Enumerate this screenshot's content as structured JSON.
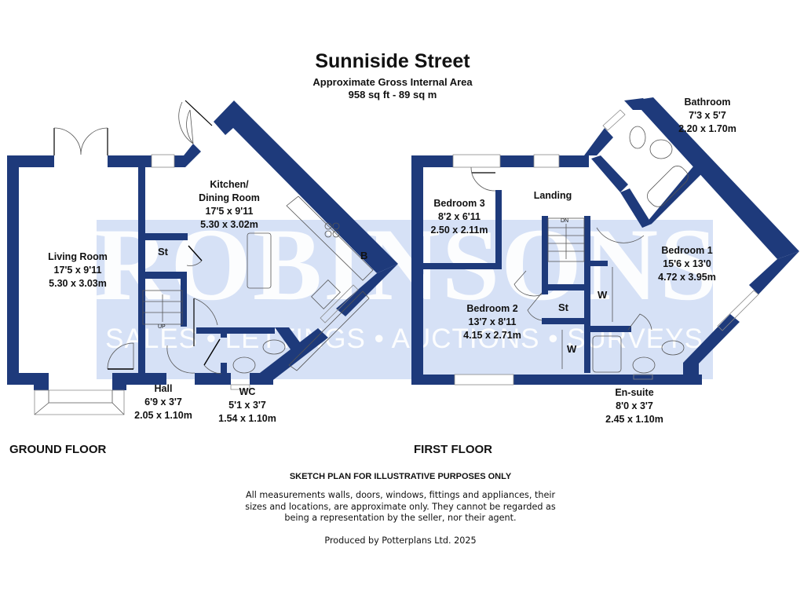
{
  "header": {
    "title": "Sunniside Street",
    "subtitle": "Approximate Gross Internal Area",
    "area": "958 sq ft - 89 sq m"
  },
  "watermark": {
    "brand": "ROBINSONS",
    "tagline": "SALES • LETTINGS • AUCTIONS • SURVEYS"
  },
  "floors": {
    "ground": {
      "label": "GROUND FLOOR",
      "rooms": [
        {
          "name": "Living Room",
          "imperial": "17'5 x 9'11",
          "metric": "5.30 x 3.03m"
        },
        {
          "name": "Kitchen/",
          "name2": "Dining Room",
          "imperial": "17'5 x 9'11",
          "metric": "5.30 x 3.02m"
        },
        {
          "name": "Hall",
          "imperial": "6'9 x 3'7",
          "metric": "2.05 x 1.10m"
        },
        {
          "name": "WC",
          "imperial": "5'1 x 3'7",
          "metric": "1.54 x 1.10m"
        }
      ],
      "tags": {
        "store": "St",
        "boiler": "B",
        "stairs": "UP"
      }
    },
    "first": {
      "label": "FIRST FLOOR",
      "rooms": [
        {
          "name": "Bedroom 3",
          "imperial": "8'2 x 6'11",
          "metric": "2.50 x 2.11m"
        },
        {
          "name": "Landing"
        },
        {
          "name": "Bathroom",
          "imperial": "7'3 x 5'7",
          "metric": "2.20 x 1.70m"
        },
        {
          "name": "Bedroom 1",
          "imperial": "15'6 x 13'0",
          "metric": "4.72 x 3.95m"
        },
        {
          "name": "Bedroom 2",
          "imperial": "13'7 x 8'11",
          "metric": "4.15 x 2.71m"
        },
        {
          "name": "En-suite",
          "imperial": "8'0 x 3'7",
          "metric": "2.45 x 1.10m"
        }
      ],
      "tags": {
        "store": "St",
        "wardrobe1": "W",
        "wardrobe2": "W",
        "stairs": "DN"
      }
    }
  },
  "footer": {
    "heading": "SKETCH PLAN FOR ILLUSTRATIVE PURPOSES ONLY",
    "body": "All measurements walls, doors, windows, fittings and appliances, their sizes and locations, are approximate only. They cannot be regarded as being a representation by the seller, nor their agent.",
    "credit": "Produced by Potterplans Ltd. 2025"
  },
  "colors": {
    "wall": "#1e3a7b",
    "watermark_band": "#d6e1f6",
    "background": "#ffffff"
  }
}
